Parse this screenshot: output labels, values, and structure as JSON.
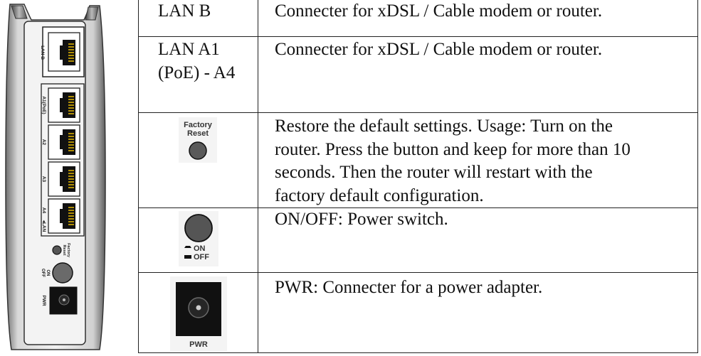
{
  "device": {
    "port_labels": [
      "LAN B",
      "A1(PoE)",
      "A2",
      "A3",
      "A4"
    ],
    "lan_arrow": "◂LAN",
    "factory_label": [
      "Factory",
      "Reset"
    ],
    "on_label": "ON",
    "off_label": "OFF",
    "pwr_label": "PWR"
  },
  "rows": [
    {
      "name": "LAN B",
      "description": "Connecter for xDSL / Cable modem or router."
    },
    {
      "name_lines": [
        "LAN A1",
        "(PoE) - A4"
      ],
      "description": "Connecter for xDSL / Cable modem or router."
    },
    {
      "icon": {
        "type": "factory-reset-button",
        "label_lines": [
          "Factory",
          "Reset"
        ]
      },
      "description_lines": [
        "Restore the default settings. Usage: Turn on the",
        "router. Press the button and keep for more than 10",
        "seconds. Then the router will restart with the",
        "factory default configuration."
      ]
    },
    {
      "icon": {
        "type": "power-switch",
        "on": "ON",
        "off": "OFF"
      },
      "description": "ON/OFF: Power switch."
    },
    {
      "icon": {
        "type": "power-jack",
        "label": "PWR"
      },
      "description": "PWR: Connecter for a power adapter."
    }
  ]
}
